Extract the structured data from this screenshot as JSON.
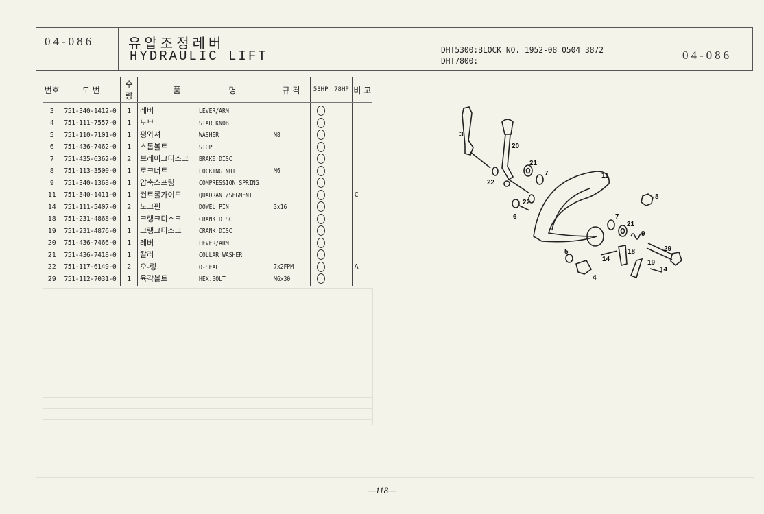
{
  "header": {
    "section_code": "04-086",
    "title_ko": "유압조정레버",
    "title_en": "HYDRAULIC LIFT",
    "model_line_1": "DHT5300:BLOCK NO. 1952-08 0504 3872",
    "model_line_2": "DHT7800:",
    "section_code_right": "04-086"
  },
  "table": {
    "columns": [
      "번호",
      "도  번",
      "수량",
      "품",
      "명",
      "규 격",
      "53HP",
      "78HP",
      "비 고"
    ],
    "rows": [
      {
        "no": "3",
        "part_no": "751-340-1412-0",
        "qty": "1",
        "name_ko": "레버",
        "name_en": "LEVER/ARM",
        "spec": "",
        "hp53": "O",
        "hp78": "",
        "note": ""
      },
      {
        "no": "4",
        "part_no": "751-111-7557-0",
        "qty": "1",
        "name_ko": "노브",
        "name_en": "STAR KNOB",
        "spec": "",
        "hp53": "O",
        "hp78": "",
        "note": ""
      },
      {
        "no": "5",
        "part_no": "751-110-7101-0",
        "qty": "1",
        "name_ko": "평와셔",
        "name_en": "WASHER",
        "spec": "M8",
        "hp53": "O",
        "hp78": "",
        "note": ""
      },
      {
        "no": "6",
        "part_no": "751-436-7462-0",
        "qty": "1",
        "name_ko": "스톱볼트",
        "name_en": "STOP",
        "spec": "",
        "hp53": "O",
        "hp78": "",
        "note": ""
      },
      {
        "no": "7",
        "part_no": "751-435-6362-0",
        "qty": "2",
        "name_ko": "브레이크디스크",
        "name_en": "BRAKE DISC",
        "spec": "",
        "hp53": "O",
        "hp78": "",
        "note": ""
      },
      {
        "no": "8",
        "part_no": "751-113-3500-0",
        "qty": "1",
        "name_ko": "로크너트",
        "name_en": "LOCKING NUT",
        "spec": "M6",
        "hp53": "O",
        "hp78": "",
        "note": ""
      },
      {
        "no": "9",
        "part_no": "751-340-1368-0",
        "qty": "1",
        "name_ko": "압축스프링",
        "name_en": "COMPRESSION SPRING",
        "spec": "",
        "hp53": "O",
        "hp78": "",
        "note": ""
      },
      {
        "no": "11",
        "part_no": "751-340-1411-0",
        "qty": "1",
        "name_ko": "컨트롤가이드",
        "name_en": "QUADRANT/SEGMENT",
        "spec": "",
        "hp53": "O",
        "hp78": "",
        "note": "C"
      },
      {
        "no": "14",
        "part_no": "751-111-5407-0",
        "qty": "2",
        "name_ko": "노크핀",
        "name_en": "DOWEL PIN",
        "spec": "3x16",
        "hp53": "O",
        "hp78": "",
        "note": ""
      },
      {
        "no": "18",
        "part_no": "751-231-4868-0",
        "qty": "1",
        "name_ko": "크랭크디스크",
        "name_en": "CRANK DISC",
        "spec": "",
        "hp53": "O",
        "hp78": "",
        "note": ""
      },
      {
        "no": "19",
        "part_no": "751-231-4876-0",
        "qty": "1",
        "name_ko": "크랭크디스크",
        "name_en": "CRANK DISC",
        "spec": "",
        "hp53": "O",
        "hp78": "",
        "note": ""
      },
      {
        "no": "20",
        "part_no": "751-436-7466-0",
        "qty": "1",
        "name_ko": "레버",
        "name_en": "LEVER/ARM",
        "spec": "",
        "hp53": "O",
        "hp78": "",
        "note": ""
      },
      {
        "no": "21",
        "part_no": "751-436-7418-0",
        "qty": "1",
        "name_ko": "칼러",
        "name_en": "COLLAR WASHER",
        "spec": "",
        "hp53": "O",
        "hp78": "",
        "note": ""
      },
      {
        "no": "22",
        "part_no": "751-117-6149-0",
        "qty": "2",
        "name_ko": "오-링",
        "name_en": "O-SEAL",
        "spec": "7x2FPM",
        "hp53": "O",
        "hp78": "",
        "note": "A"
      },
      {
        "no": "29",
        "part_no": "751-112-7031-0",
        "qty": "1",
        "name_ko": "육각볼트",
        "name_en": "HEX.BOLT",
        "spec": "M6x30",
        "hp53": "O",
        "hp78": "",
        "note": ""
      }
    ]
  },
  "diagram": {
    "callouts": [
      "3",
      "20",
      "21",
      "7",
      "22",
      "11",
      "22",
      "6",
      "8",
      "7",
      "21",
      "9",
      "29",
      "18",
      "5",
      "14",
      "19",
      "14",
      "4"
    ]
  },
  "footer": {
    "page_number": "—118—"
  }
}
